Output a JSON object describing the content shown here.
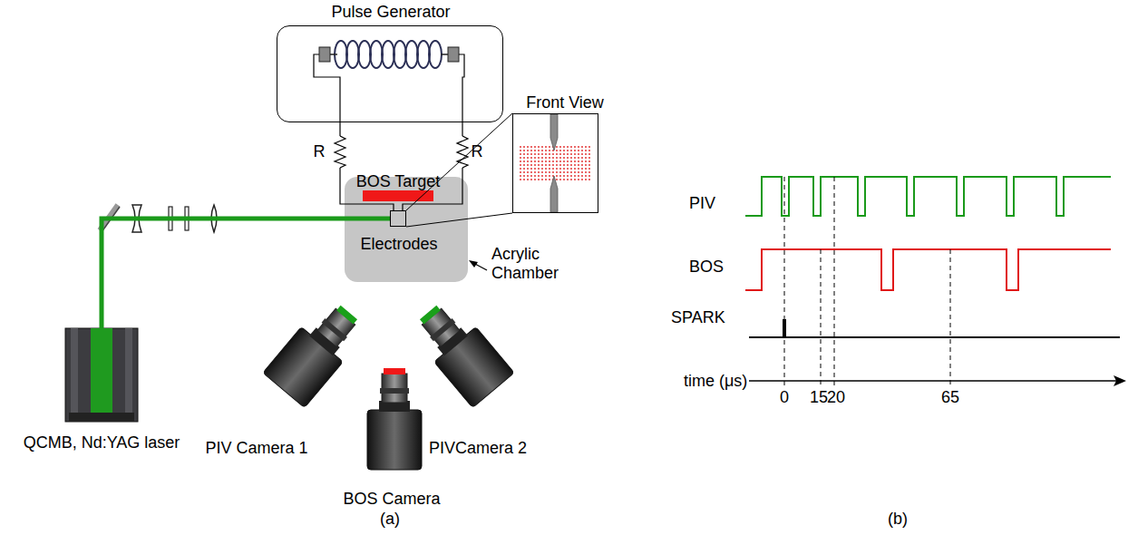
{
  "diagram": {
    "nodes": [
      {
        "text": [
          "Pulse Generator"
        ]
      },
      {
        "text": [
          "Acrylic Chamber"
        ]
      },
      {
        "text": [
          "BOS Target"
        ],
        "in": 1
      },
      {
        "text": [
          "Electrodes"
        ],
        "in": 1
      },
      {
        "text": [
          "Front View"
        ]
      },
      {
        "text": [
          "QCMB, Nd:YAG laser"
        ]
      },
      {
        "text": [
          "PIV Camera 1"
        ]
      },
      {
        "text": [
          "BOS Camera"
        ]
      },
      {
        "text": [
          "PIVCamera 2"
        ]
      }
    ],
    "edges": [
      {
        "from": 0,
        "to": 3,
        "label": "R",
        "arrow": "none"
      },
      {
        "from": 0,
        "to": 3,
        "label": "R",
        "arrow": "none"
      },
      {
        "from": 5,
        "to": 3,
        "arrow": "none"
      },
      {
        "from": 3,
        "to": 4,
        "arrow": "none"
      }
    ],
    "labels": [
      "(a)",
      "(b)",
      "PIV",
      "BOS",
      "SPARK",
      "time (μs)",
      "0",
      "15",
      "20",
      "65"
    ]
  }
}
